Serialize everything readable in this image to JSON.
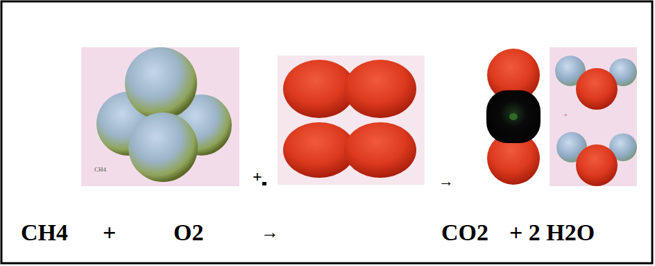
{
  "diagram": {
    "labels": [
      "CH4",
      "+",
      "→",
      "+",
      "CH4",
      "+",
      "O2",
      "→",
      "CO2",
      "+ 2 H2O"
    ]
  }
}
